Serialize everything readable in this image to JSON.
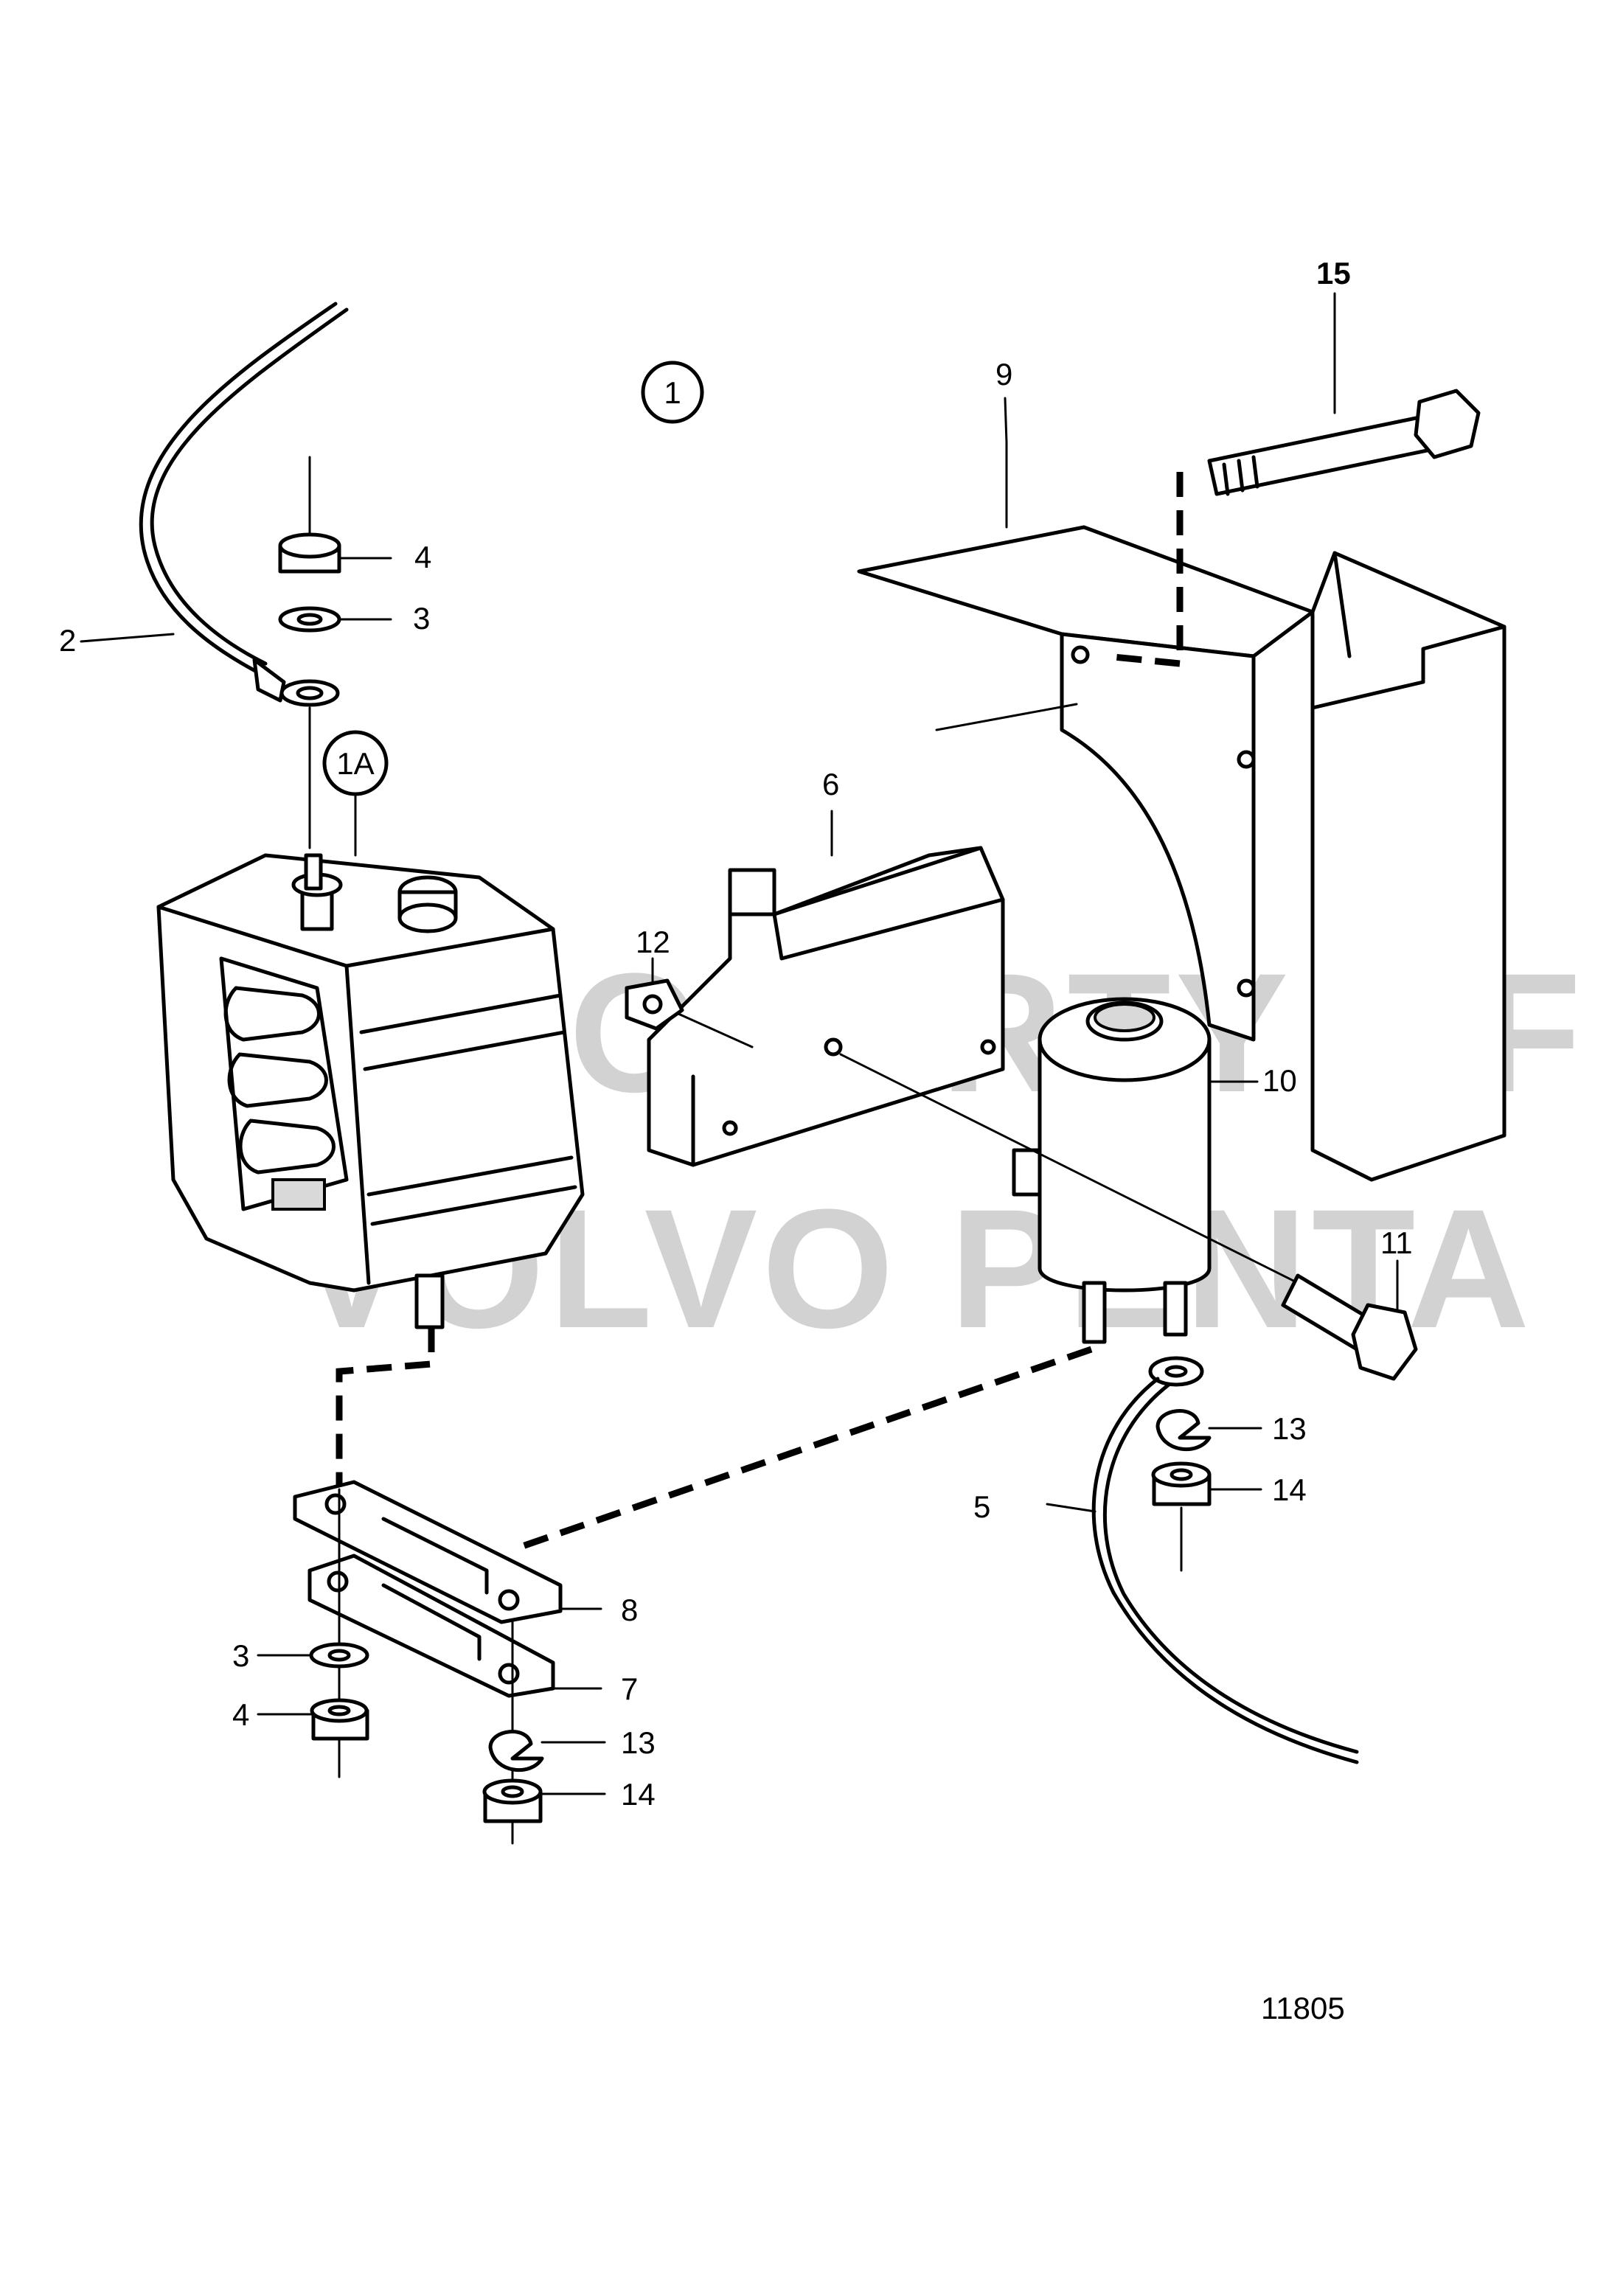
{
  "callouts": {
    "c1": "1",
    "c1a": "1A",
    "c2": "2",
    "c3_top": "3",
    "c4_top": "4",
    "c5": "5",
    "c6": "6",
    "c7": "7",
    "c8": "8",
    "c9": "9",
    "c10": "10",
    "c11": "11",
    "c12": "12",
    "c13_right": "13",
    "c14_right": "14",
    "c15": "15",
    "c3_bottom": "3",
    "c4_bottom": "4",
    "c13_bottom": "13",
    "c14_bottom": "14"
  },
  "watermark": {
    "line1": "PROPERTY OF",
    "line2": "VOLVO PENTA"
  },
  "figure_number": "11805"
}
